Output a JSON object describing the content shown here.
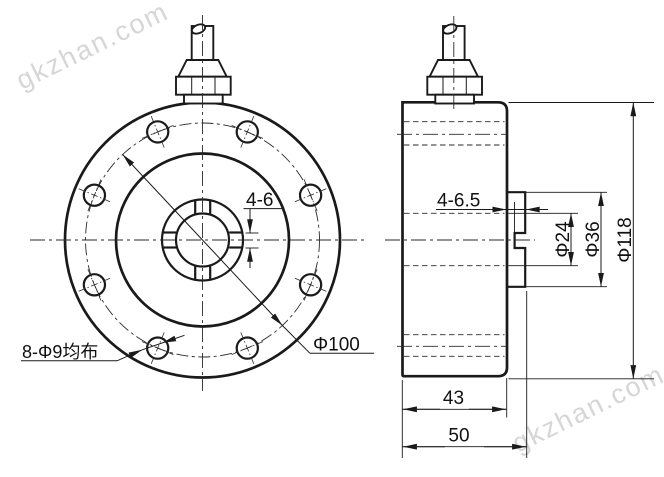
{
  "drawing": {
    "watermark": "gkzhan.com",
    "front_view": {
      "slot_width_label": "4-6",
      "bolt_pattern_label": "8-Φ9均布",
      "bolt_circle_label": "Φ100"
    },
    "side_view": {
      "boss_hole_label": "4-6.5",
      "bore_diameter_label": "Φ24",
      "boss_diameter_label": "Φ36",
      "body_diameter_label": "Φ118",
      "body_width_label": "43",
      "total_width_label": "50"
    },
    "colors": {
      "line": "#1a1a1a",
      "watermark": "#d6d6d6",
      "background": "#ffffff"
    }
  }
}
